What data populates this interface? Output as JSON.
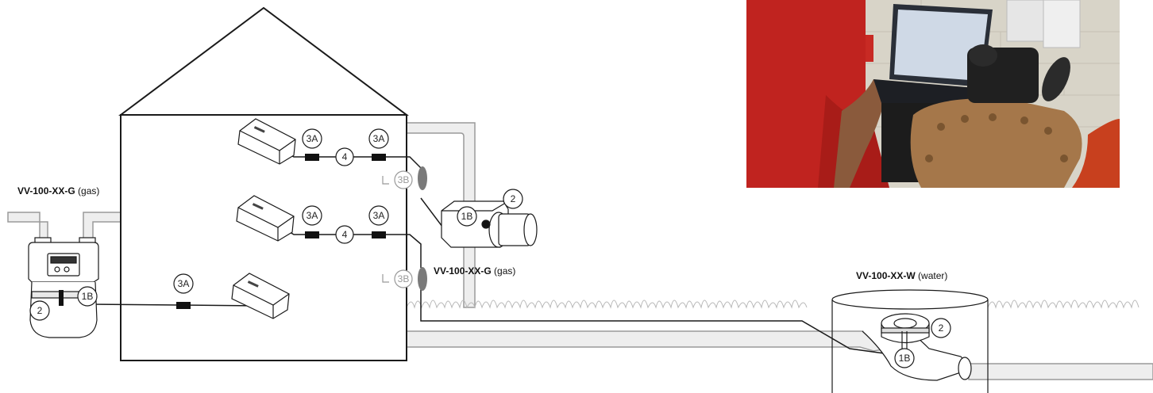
{
  "labels": {
    "gas_left": {
      "code": "VV-100-XX-G",
      "suffix": " (gas)"
    },
    "gas_center": {
      "code": "VV-100-XX-G",
      "suffix": " (gas)"
    },
    "water_right": {
      "code": "VV-100-XX-W",
      "suffix": " (water)"
    }
  },
  "badges": {
    "sensor_top_cable_a": "3A",
    "sensor_top_cable_b": "3A",
    "repeater_top": "4",
    "connector_top": "3B",
    "gas_meter_center_meter_no": "2",
    "gas_meter_center_endpoint": "1B",
    "sensor_mid_cable_a": "3A",
    "sensor_mid_cable_b": "3A",
    "repeater_mid": "4",
    "connector_mid": "3B",
    "sensor_low_cable": "3A",
    "gas_meter_left_endpoint": "1B",
    "gas_meter_left_meter_no": "2",
    "water_meter_endpoint": "1B",
    "water_meter_meter_no": "2"
  },
  "photo": {
    "subject": "technician-with-laptop-at-water-meter"
  },
  "colors": {
    "photo_shirt": "#c0231f",
    "photo_wall": "#d8d4c8",
    "photo_valve": "#a5774a",
    "connector_grey": "#7a7a7a",
    "pipe_fill": "#eeeeee",
    "line": "#1a1a1a"
  }
}
